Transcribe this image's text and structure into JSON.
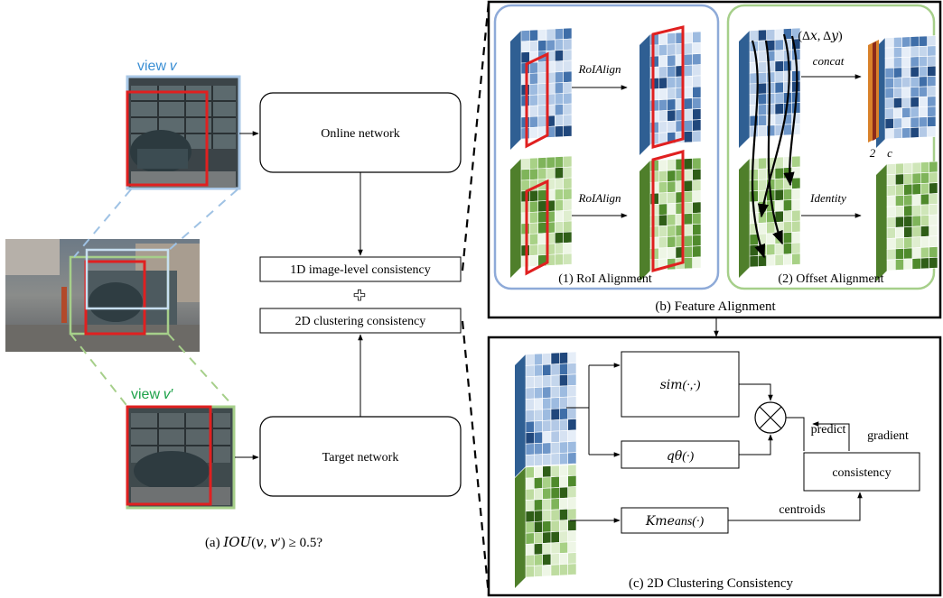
{
  "colors": {
    "blue_dark": "#2f5f93",
    "blue_face": "#7aa3d2",
    "green_dark": "#4f7f2b",
    "green_face": "#8fbf5e",
    "red_box": "#e02020",
    "panel_blue": "#8eaad8",
    "panel_green": "#a6cf8a",
    "view_blue_text": "#3b8fd4",
    "view_green_text": "#1ea24a",
    "orange_bar": "#d9822b"
  },
  "panel_a": {
    "view_v": "view 𝑣",
    "view_v_prime": "view 𝑣′",
    "online_network": "Online network",
    "target_network": "Target network",
    "image_level": "1D image-level consistency",
    "plus": "✚",
    "clustering": "2D clustering consistency",
    "caption": "(a) 𝐼𝑂𝑈(𝑣, 𝑣′) ≥ 0.5?"
  },
  "panel_b": {
    "roialign_top": "RoIAlign",
    "roialign_bottom": "RoIAlign",
    "offset_label": "(Δ𝑥, Δ𝑦)",
    "concat": "concat",
    "identity": "Identity",
    "dim_two": "2",
    "dim_c": "c",
    "roi_caption": "(1) RoI Alignment",
    "offset_caption": "(2) Offset Alignment",
    "caption": "(b) Feature Alignment"
  },
  "panel_c": {
    "sim_label": "𝑠𝑖𝑚(·,·)",
    "q_label": "𝑞𝜃(·)",
    "kmeans_label": "𝐾𝑚𝑒ans(·)",
    "times_symbol": "⊗",
    "predict": "predict",
    "gradient": "gradient",
    "consistency": "consistency",
    "centroids": "centroids",
    "caption": "(c) 2D Clustering Consistency"
  }
}
